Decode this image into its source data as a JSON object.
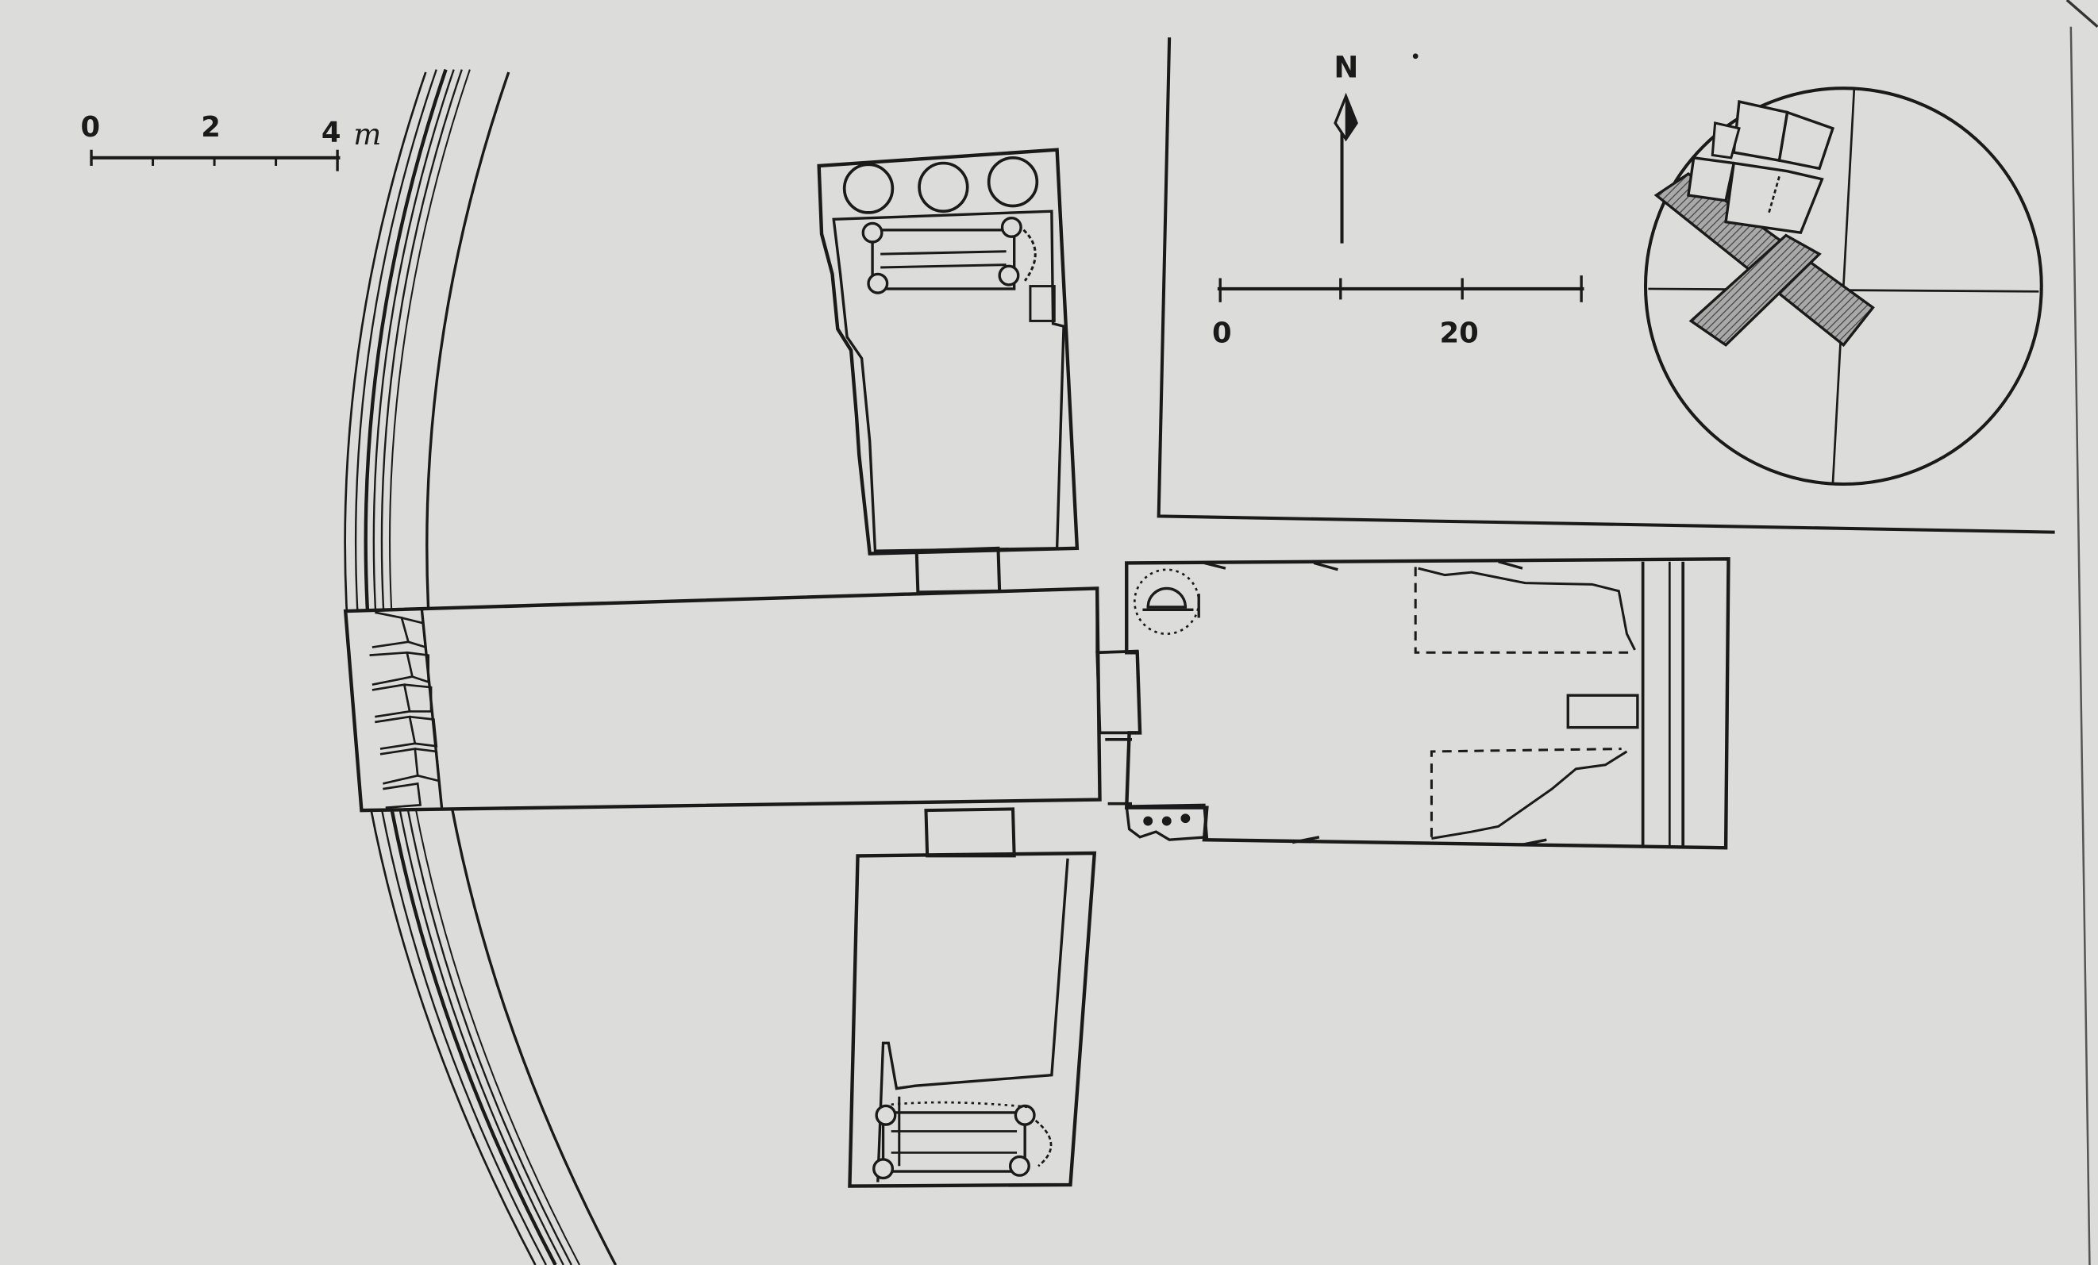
{
  "scale_bar_main": {
    "ticks": [
      "0",
      "2",
      "4"
    ],
    "unit": "m"
  },
  "north_arrow": {
    "label": "N"
  },
  "scale_bar_site": {
    "ticks": [
      "0",
      "20"
    ]
  },
  "icons": [
    "north-arrow-icon",
    "scale-bar-icon",
    "site-key-plan-icon"
  ],
  "colors": {
    "paper": "#dcdcda",
    "ink": "#1a1a1a",
    "hatch": "#6e6e6e"
  }
}
